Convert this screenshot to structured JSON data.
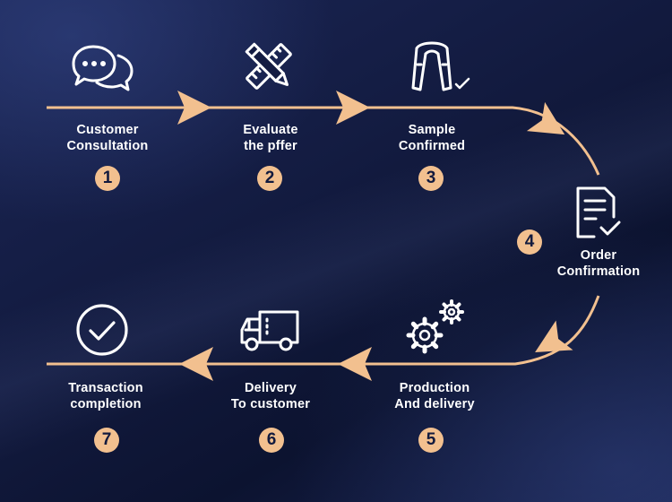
{
  "steps": [
    {
      "number": "1",
      "line1": "Customer",
      "line2": "Consultation",
      "icon": "chat-bubbles-icon"
    },
    {
      "number": "2",
      "line1": "Evaluate",
      "line2": "the pffer",
      "icon": "ruler-pencil-icon"
    },
    {
      "number": "3",
      "line1": "Sample",
      "line2": "Confirmed",
      "icon": "neck-massager-check-icon"
    },
    {
      "number": "4",
      "line1": "Order",
      "line2": "Confirmation",
      "icon": "document-check-icon"
    },
    {
      "number": "5",
      "line1": "Production",
      "line2": "And delivery",
      "icon": "gears-icon"
    },
    {
      "number": "6",
      "line1": "Delivery",
      "line2": "To customer",
      "icon": "delivery-truck-icon"
    },
    {
      "number": "7",
      "line1": "Transaction",
      "line2": "completion",
      "icon": "check-circle-icon"
    }
  ],
  "colors": {
    "accent": "#f2c08f",
    "icon": "#ffffff",
    "background": "#121a3e"
  }
}
